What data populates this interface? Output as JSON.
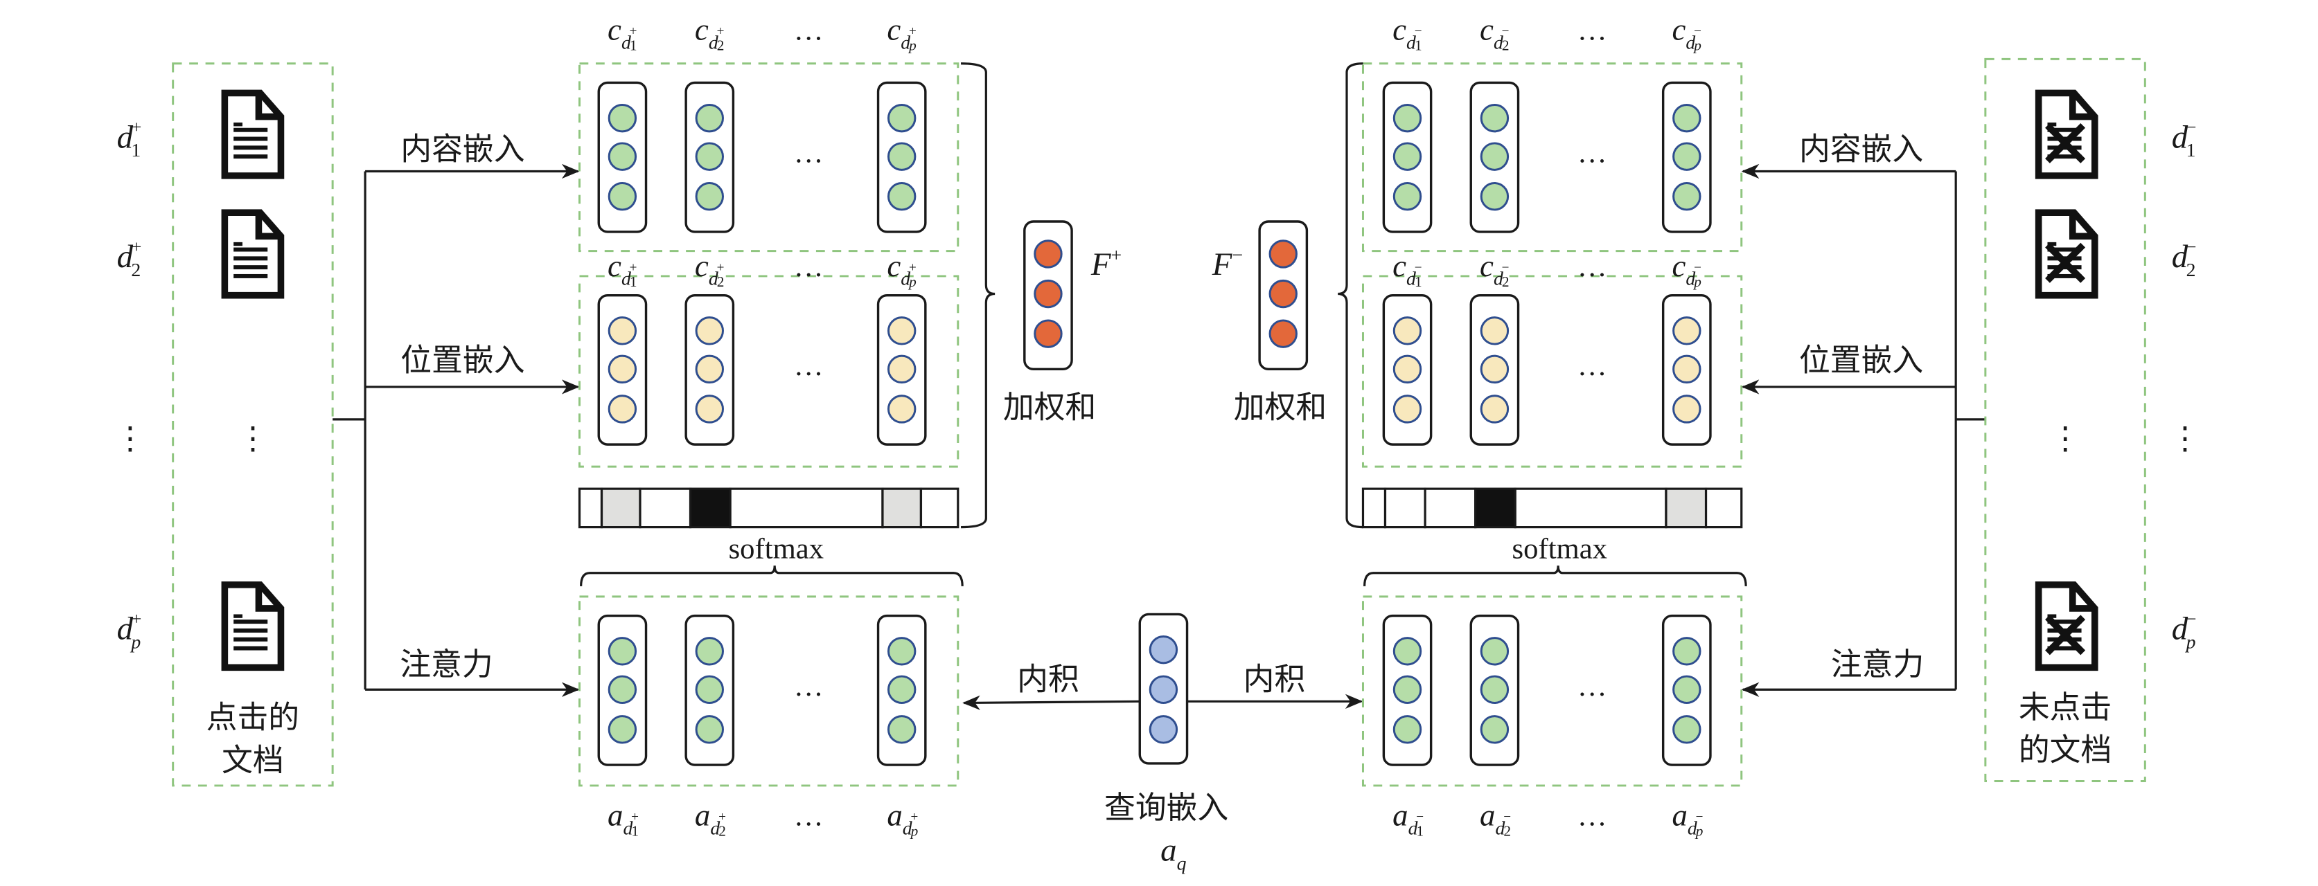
{
  "colors": {
    "content_node": "#b5dda8",
    "position_node": "#f8e8bd",
    "attention_node": "#b5dda8",
    "feature_node": "#e3683a",
    "query_node": "#a9bde3",
    "node_outline": "#2f4e8f",
    "group_border": "#8fc57f",
    "attention_high": "#111111",
    "attention_mid": "#e0e0de",
    "attention_low": "#ffffff"
  },
  "clicked_docs": {
    "caption_line1": "点击的",
    "caption_line2": "文档",
    "icon": "document-icon",
    "items": [
      {
        "label_base": "d",
        "label_sup": "+",
        "label_sub": "1"
      },
      {
        "label_base": "d",
        "label_sup": "+",
        "label_sub": "2"
      },
      {
        "label_base": "d",
        "label_sup": "+",
        "label_sub": "p"
      }
    ],
    "ellipsis": "⋮"
  },
  "unclicked_docs": {
    "caption_line1": "未点击",
    "caption_line2": "的文档",
    "icon": "crossed-document-icon",
    "items": [
      {
        "label_base": "d",
        "label_sup": "−",
        "label_sub": "1"
      },
      {
        "label_base": "d",
        "label_sup": "−",
        "label_sub": "2"
      },
      {
        "label_base": "d",
        "label_sup": "−",
        "label_sub": "p"
      }
    ],
    "ellipsis": "⋮"
  },
  "branches": {
    "content": "内容嵌入",
    "position": "位置嵌入",
    "attention": "注意力"
  },
  "positive": {
    "content_labels": [
      {
        "base": "c",
        "sub": "d",
        "sup": "+",
        "idx": "1"
      },
      {
        "base": "c",
        "sub": "d",
        "sup": "+",
        "idx": "2"
      },
      {
        "base": "…"
      },
      {
        "base": "c",
        "sub": "d",
        "sup": "+",
        "idx": "p"
      }
    ],
    "position_labels": [
      {
        "base": "c",
        "sub": "d",
        "sup": "+",
        "idx": "1"
      },
      {
        "base": "c",
        "sub": "d",
        "sup": "+",
        "idx": "2"
      },
      {
        "base": "…"
      },
      {
        "base": "c",
        "sub": "d",
        "sup": "+",
        "idx": "p"
      }
    ],
    "attention_labels": [
      {
        "base": "a",
        "sub": "d",
        "sup": "+",
        "idx": "1"
      },
      {
        "base": "a",
        "sub": "d",
        "sup": "+",
        "idx": "2"
      },
      {
        "base": "…"
      },
      {
        "base": "a",
        "sub": "d",
        "sup": "+",
        "idx": "p"
      }
    ],
    "softmax_label": "softmax",
    "softmax_cells": [
      "low",
      "mid",
      "low",
      "high",
      "low",
      "mid",
      "low"
    ],
    "feature_label": {
      "base": "F",
      "sup": "+"
    },
    "weighted_sum_label": "加权和",
    "inner_product_label": "内积"
  },
  "negative": {
    "content_labels": [
      {
        "base": "c",
        "sub": "d",
        "sup": "−",
        "idx": "1"
      },
      {
        "base": "c",
        "sub": "d",
        "sup": "−",
        "idx": "2"
      },
      {
        "base": "…"
      },
      {
        "base": "c",
        "sub": "d",
        "sup": "−",
        "idx": "p"
      }
    ],
    "position_labels": [
      {
        "base": "c",
        "sub": "d",
        "sup": "−",
        "idx": "1"
      },
      {
        "base": "c",
        "sub": "d",
        "sup": "−",
        "idx": "2"
      },
      {
        "base": "…"
      },
      {
        "base": "c",
        "sub": "d",
        "sup": "−",
        "idx": "p"
      }
    ],
    "attention_labels": [
      {
        "base": "a",
        "sub": "d",
        "sup": "−",
        "idx": "1"
      },
      {
        "base": "a",
        "sub": "d",
        "sup": "−",
        "idx": "2"
      },
      {
        "base": "…"
      },
      {
        "base": "a",
        "sub": "d",
        "sup": "−",
        "idx": "p"
      }
    ],
    "softmax_label": "softmax",
    "softmax_cells": [
      "low",
      "low",
      "low",
      "high",
      "low",
      "mid",
      "low"
    ],
    "feature_label": {
      "base": "F",
      "sup": "−"
    },
    "weighted_sum_label": "加权和",
    "inner_product_label": "内积"
  },
  "query": {
    "label": "查询嵌入",
    "symbol_base": "a",
    "symbol_sub": "q"
  },
  "ellipsis_h": "…"
}
